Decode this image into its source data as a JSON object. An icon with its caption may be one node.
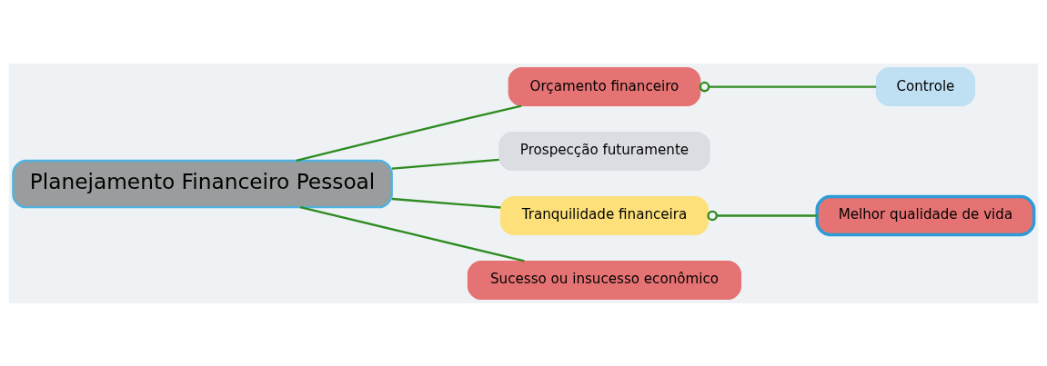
{
  "diagram": {
    "nodes": [
      {
        "text": [
          "Planejamento Financeiro Pessoal"
        ]
      },
      {
        "text": [
          "Orçamento financeiro"
        ]
      },
      {
        "text": [
          "Controle"
        ]
      },
      {
        "text": [
          "Prospecção futuramente"
        ]
      },
      {
        "text": [
          "Tranquilidade financeira"
        ]
      },
      {
        "text": [
          "Melhor qualidade de vida"
        ]
      },
      {
        "text": [
          "Sucesso ou insucesso econômico"
        ]
      }
    ],
    "edges": [
      {
        "from": 0,
        "to": 1,
        "arrow": "none"
      },
      {
        "from": 1,
        "to": 2,
        "arrow": "other"
      },
      {
        "from": 0,
        "to": 3,
        "arrow": "none"
      },
      {
        "from": 0,
        "to": 4,
        "arrow": "none"
      },
      {
        "from": 4,
        "to": 5,
        "arrow": "other"
      },
      {
        "from": 0,
        "to": 6,
        "arrow": "none"
      }
    ]
  }
}
